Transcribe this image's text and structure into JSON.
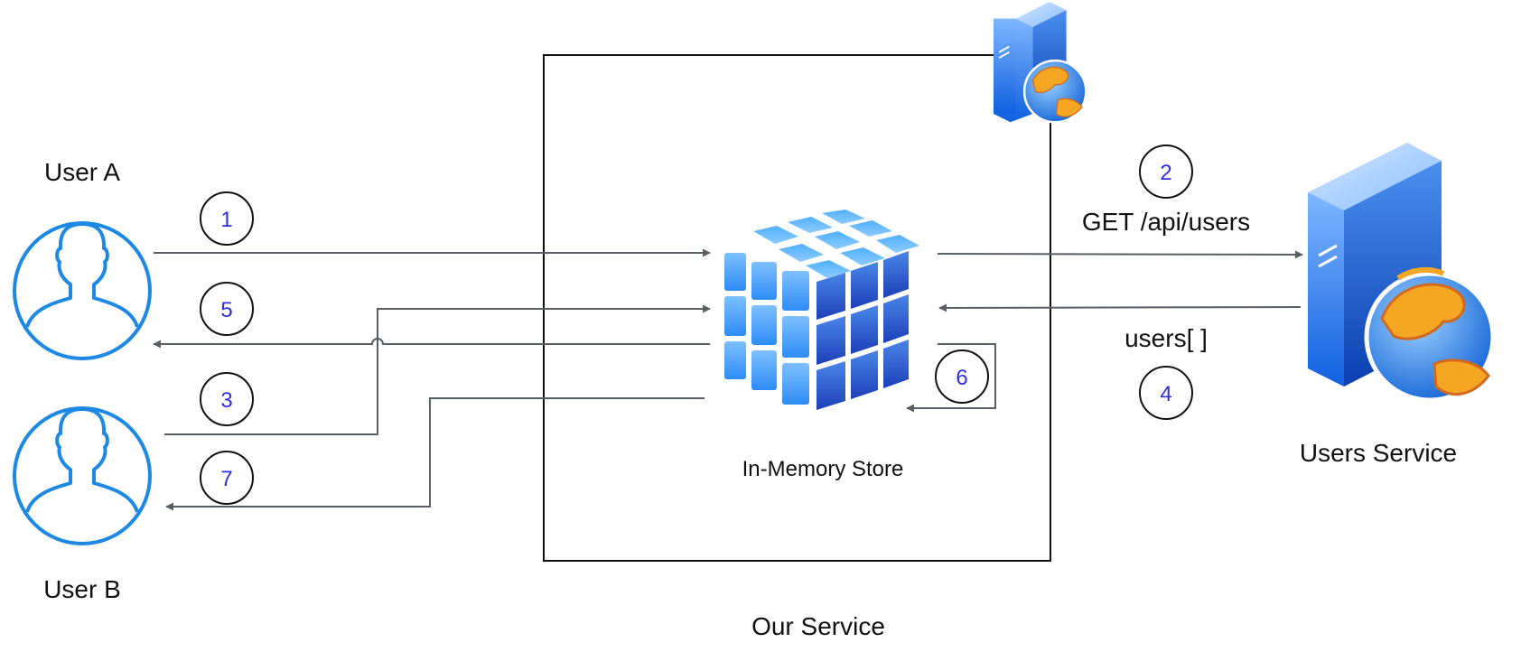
{
  "actors": {
    "user_a": "User A",
    "user_b": "User B",
    "users_service": "Users Service",
    "our_service": "Our Service",
    "store": "In-Memory Store"
  },
  "labels": {
    "request": "GET /api/users",
    "response": "users[ ]"
  },
  "steps": [
    "1",
    "2",
    "3",
    "4",
    "5",
    "6",
    "7"
  ],
  "icons": {
    "user": "user-icon",
    "server": "server-globe-icon",
    "store": "cube-grid-icon"
  },
  "colors": {
    "user_icon": "#1e88e5",
    "step_number": "#2f2fe0",
    "arrow": "#5a5f66",
    "server_blue": "#1a6fe8",
    "globe_orange": "#f5a623"
  }
}
